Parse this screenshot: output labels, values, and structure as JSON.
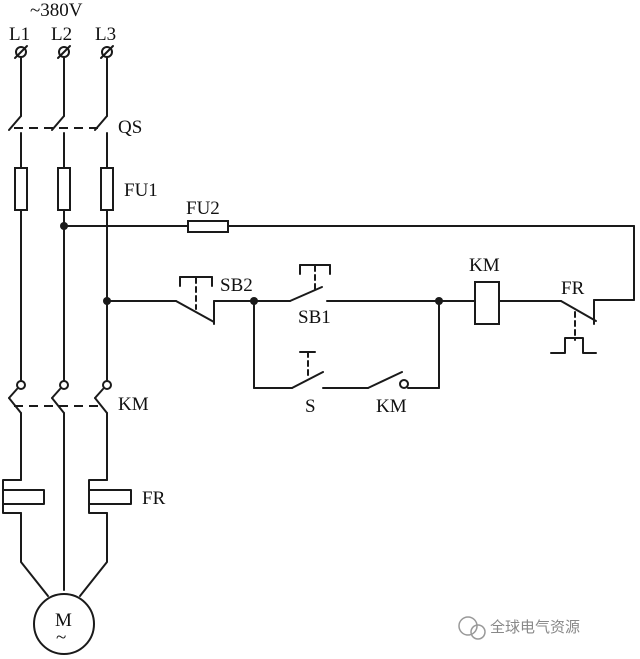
{
  "supply": {
    "voltage": "~380V",
    "phases": [
      "L1",
      "L2",
      "L3"
    ]
  },
  "components": {
    "qs": "QS",
    "fu1": "FU1",
    "fu2": "FU2",
    "km_main": "KM",
    "fr_heater": "FR",
    "sb2": "SB2",
    "sb1": "SB1",
    "km_coil": "KM",
    "fr_contact": "FR",
    "s": "S",
    "km_aux": "KM",
    "motor": "M",
    "motor_sub": "~"
  },
  "watermark": "全球电气资源"
}
